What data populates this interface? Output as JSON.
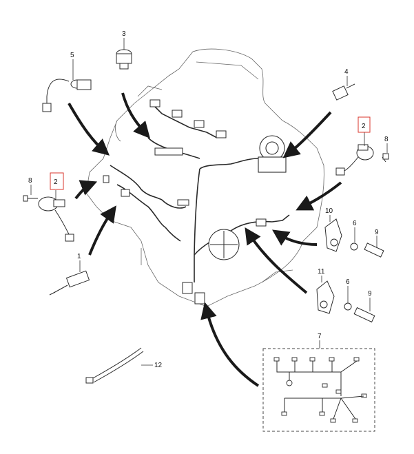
{
  "callouts": {
    "c1": "1",
    "c2a": "2",
    "c2b": "2",
    "c3": "3",
    "c4": "4",
    "c5": "5",
    "c6a": "6",
    "c6b": "6",
    "c7": "7",
    "c8a": "8",
    "c8b": "8",
    "c9a": "9",
    "c9b": "9",
    "c10": "10",
    "c11": "11",
    "c12": "12"
  },
  "colors": {
    "line": "#2a2a2a",
    "engine_outline": "#555555",
    "highlight_box": "#d9342b",
    "arrow": "#1a1a1a"
  }
}
